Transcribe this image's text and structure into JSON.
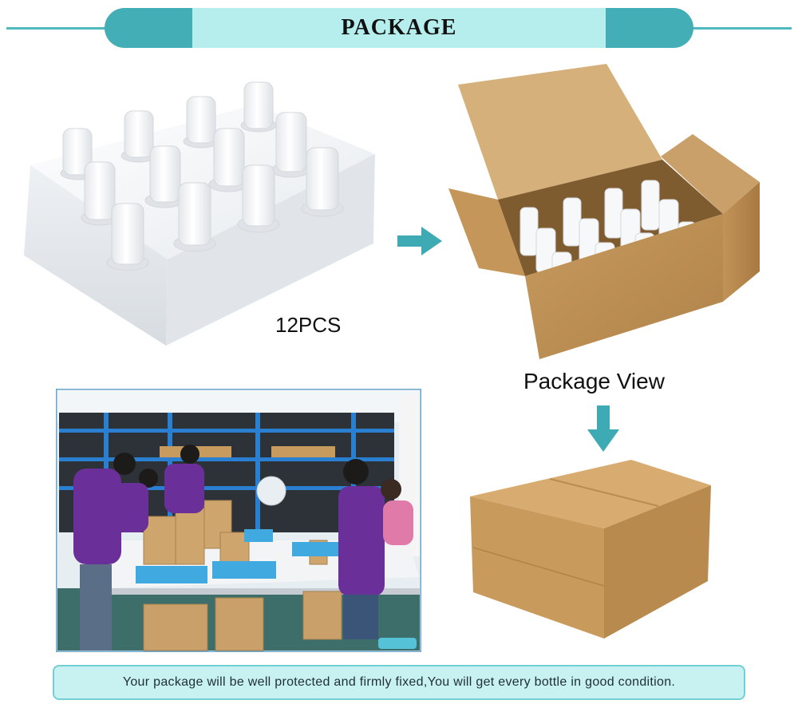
{
  "header": {
    "title": "PACKAGE"
  },
  "labels": {
    "foam_count": "12PCS",
    "package_view": "Package View"
  },
  "footer": {
    "message": "Your package will be well protected and firmly fixed,You will get every bottle in good condition."
  },
  "colors": {
    "banner_dark": "#43aeb6",
    "banner_light": "#b6eeee",
    "arrow": "#3eaab3",
    "cardboard": "#c89a5c",
    "footer_bg": "#c8f1f1",
    "shirt_purple": "#6b2f9a"
  }
}
